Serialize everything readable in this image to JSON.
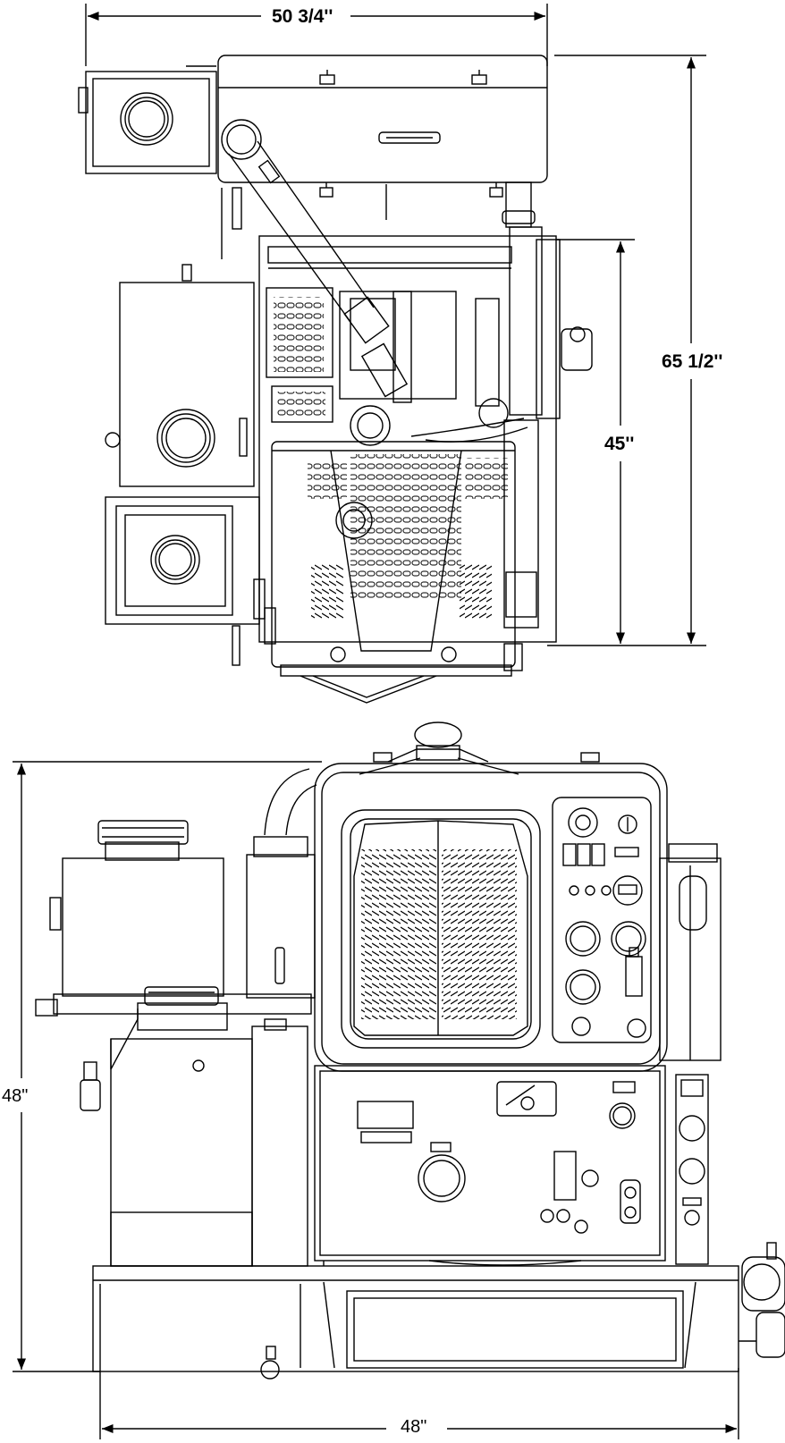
{
  "dimensions": {
    "top_width": "50 3/4''",
    "top_total_height": "65 1/2''",
    "top_body_height": "45''",
    "front_height": "48\"",
    "front_width": "48\""
  },
  "colors": {
    "line": "#000000",
    "background": "#ffffff"
  }
}
